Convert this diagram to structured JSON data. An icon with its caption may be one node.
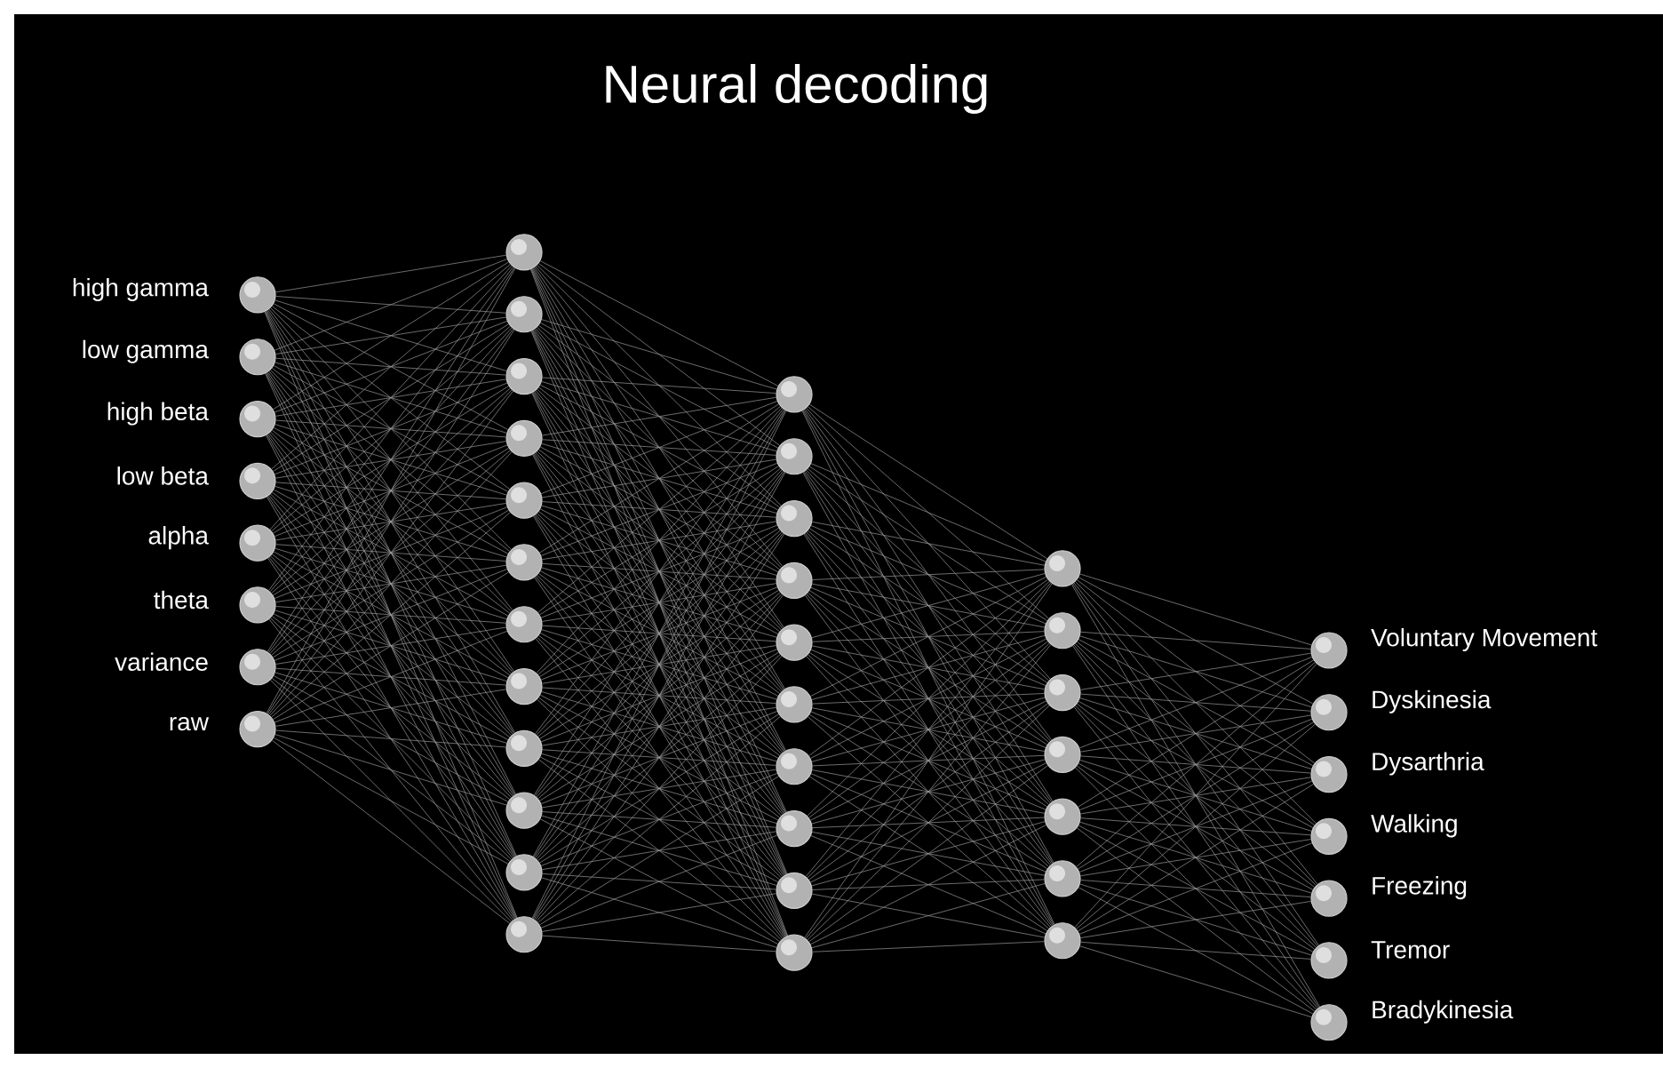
{
  "diagram": {
    "title": "Neural decoding",
    "nodes": [
      {
        "text": [],
        "shape": "circle",
        "beside": [
          "high gamma"
        ]
      },
      {
        "text": [],
        "shape": "circle",
        "beside": [
          "low gamma"
        ]
      },
      {
        "text": [],
        "shape": "circle",
        "beside": [
          "high beta"
        ]
      },
      {
        "text": [],
        "shape": "circle",
        "beside": [
          "low beta"
        ]
      },
      {
        "text": [],
        "shape": "circle",
        "beside": [
          "alpha"
        ]
      },
      {
        "text": [],
        "shape": "circle",
        "beside": [
          "theta"
        ]
      },
      {
        "text": [],
        "shape": "circle",
        "beside": [
          "variance"
        ]
      },
      {
        "text": [],
        "shape": "circle",
        "beside": [
          "raw"
        ]
      },
      {
        "text": [],
        "shape": "circle"
      },
      {
        "text": [],
        "shape": "circle"
      },
      {
        "text": [],
        "shape": "circle"
      },
      {
        "text": [],
        "shape": "circle"
      },
      {
        "text": [],
        "shape": "circle"
      },
      {
        "text": [],
        "shape": "circle"
      },
      {
        "text": [],
        "shape": "circle"
      },
      {
        "text": [],
        "shape": "circle"
      },
      {
        "text": [],
        "shape": "circle"
      },
      {
        "text": [],
        "shape": "circle"
      },
      {
        "text": [],
        "shape": "circle"
      },
      {
        "text": [],
        "shape": "circle"
      },
      {
        "text": [],
        "shape": "circle"
      },
      {
        "text": [],
        "shape": "circle"
      },
      {
        "text": [],
        "shape": "circle"
      },
      {
        "text": [],
        "shape": "circle"
      },
      {
        "text": [],
        "shape": "circle"
      },
      {
        "text": [],
        "shape": "circle"
      },
      {
        "text": [],
        "shape": "circle"
      },
      {
        "text": [],
        "shape": "circle"
      },
      {
        "text": [],
        "shape": "circle"
      },
      {
        "text": [],
        "shape": "circle"
      },
      {
        "text": [],
        "shape": "circle"
      },
      {
        "text": [],
        "shape": "circle"
      },
      {
        "text": [],
        "shape": "circle"
      },
      {
        "text": [],
        "shape": "circle"
      },
      {
        "text": [],
        "shape": "circle"
      },
      {
        "text": [],
        "shape": "circle"
      },
      {
        "text": [],
        "shape": "circle"
      },
      {
        "text": [],
        "shape": "circle",
        "beside": [
          "Voluntary Movement"
        ]
      },
      {
        "text": [],
        "shape": "circle",
        "beside": [
          "Dyskinesia"
        ]
      },
      {
        "text": [],
        "shape": "circle",
        "beside": [
          "Dysarthria"
        ]
      },
      {
        "text": [],
        "shape": "circle",
        "beside": [
          "Walking"
        ]
      },
      {
        "text": [],
        "shape": "circle",
        "beside": [
          "Freezing"
        ]
      },
      {
        "text": [],
        "shape": "circle",
        "beside": [
          "Tremor"
        ]
      },
      {
        "text": [],
        "shape": "circle",
        "beside": [
          "Bradykinesia"
        ]
      }
    ],
    "edges": [
      {
        "from": 0,
        "to": 8,
        "arrow": "none"
      },
      {
        "from": 0,
        "to": 9,
        "arrow": "none"
      },
      {
        "from": 0,
        "to": 10,
        "arrow": "none"
      },
      {
        "from": 0,
        "to": 11,
        "arrow": "none"
      },
      {
        "from": 0,
        "to": 12,
        "arrow": "none"
      },
      {
        "from": 0,
        "to": 13,
        "arrow": "none"
      },
      {
        "from": 0,
        "to": 14,
        "arrow": "none"
      },
      {
        "from": 0,
        "to": 15,
        "arrow": "none"
      },
      {
        "from": 0,
        "to": 16,
        "arrow": "none"
      },
      {
        "from": 0,
        "to": 17,
        "arrow": "none"
      },
      {
        "from": 0,
        "to": 18,
        "arrow": "none"
      },
      {
        "from": 0,
        "to": 19,
        "arrow": "none"
      },
      {
        "from": 1,
        "to": 8,
        "arrow": "none"
      },
      {
        "from": 1,
        "to": 9,
        "arrow": "none"
      },
      {
        "from": 1,
        "to": 10,
        "arrow": "none"
      },
      {
        "from": 1,
        "to": 11,
        "arrow": "none"
      },
      {
        "from": 1,
        "to": 12,
        "arrow": "none"
      },
      {
        "from": 1,
        "to": 13,
        "arrow": "none"
      },
      {
        "from": 1,
        "to": 14,
        "arrow": "none"
      },
      {
        "from": 1,
        "to": 15,
        "arrow": "none"
      },
      {
        "from": 1,
        "to": 16,
        "arrow": "none"
      },
      {
        "from": 1,
        "to": 17,
        "arrow": "none"
      },
      {
        "from": 1,
        "to": 18,
        "arrow": "none"
      },
      {
        "from": 1,
        "to": 19,
        "arrow": "none"
      },
      {
        "from": 2,
        "to": 8,
        "arrow": "none"
      },
      {
        "from": 2,
        "to": 9,
        "arrow": "none"
      },
      {
        "from": 2,
        "to": 10,
        "arrow": "none"
      },
      {
        "from": 2,
        "to": 11,
        "arrow": "none"
      },
      {
        "from": 2,
        "to": 12,
        "arrow": "none"
      },
      {
        "from": 2,
        "to": 13,
        "arrow": "none"
      },
      {
        "from": 2,
        "to": 14,
        "arrow": "none"
      },
      {
        "from": 2,
        "to": 15,
        "arrow": "none"
      },
      {
        "from": 2,
        "to": 16,
        "arrow": "none"
      },
      {
        "from": 2,
        "to": 17,
        "arrow": "none"
      },
      {
        "from": 2,
        "to": 18,
        "arrow": "none"
      },
      {
        "from": 2,
        "to": 19,
        "arrow": "none"
      },
      {
        "from": 3,
        "to": 8,
        "arrow": "none"
      },
      {
        "from": 3,
        "to": 9,
        "arrow": "none"
      },
      {
        "from": 3,
        "to": 10,
        "arrow": "none"
      },
      {
        "from": 3,
        "to": 11,
        "arrow": "none"
      },
      {
        "from": 3,
        "to": 12,
        "arrow": "none"
      },
      {
        "from": 3,
        "to": 13,
        "arrow": "none"
      },
      {
        "from": 3,
        "to": 14,
        "arrow": "none"
      },
      {
        "from": 3,
        "to": 15,
        "arrow": "none"
      },
      {
        "from": 3,
        "to": 16,
        "arrow": "none"
      },
      {
        "from": 3,
        "to": 17,
        "arrow": "none"
      },
      {
        "from": 3,
        "to": 18,
        "arrow": "none"
      },
      {
        "from": 3,
        "to": 19,
        "arrow": "none"
      },
      {
        "from": 4,
        "to": 8,
        "arrow": "none"
      },
      {
        "from": 4,
        "to": 9,
        "arrow": "none"
      },
      {
        "from": 4,
        "to": 10,
        "arrow": "none"
      },
      {
        "from": 4,
        "to": 11,
        "arrow": "none"
      },
      {
        "from": 4,
        "to": 12,
        "arrow": "none"
      },
      {
        "from": 4,
        "to": 13,
        "arrow": "none"
      },
      {
        "from": 4,
        "to": 14,
        "arrow": "none"
      },
      {
        "from": 4,
        "to": 15,
        "arrow": "none"
      },
      {
        "from": 4,
        "to": 16,
        "arrow": "none"
      },
      {
        "from": 4,
        "to": 17,
        "arrow": "none"
      },
      {
        "from": 4,
        "to": 18,
        "arrow": "none"
      },
      {
        "from": 4,
        "to": 19,
        "arrow": "none"
      },
      {
        "from": 5,
        "to": 8,
        "arrow": "none"
      },
      {
        "from": 5,
        "to": 9,
        "arrow": "none"
      },
      {
        "from": 5,
        "to": 10,
        "arrow": "none"
      },
      {
        "from": 5,
        "to": 11,
        "arrow": "none"
      },
      {
        "from": 5,
        "to": 12,
        "arrow": "none"
      },
      {
        "from": 5,
        "to": 13,
        "arrow": "none"
      },
      {
        "from": 5,
        "to": 14,
        "arrow": "none"
      },
      {
        "from": 5,
        "to": 15,
        "arrow": "none"
      },
      {
        "from": 5,
        "to": 16,
        "arrow": "none"
      },
      {
        "from": 5,
        "to": 17,
        "arrow": "none"
      },
      {
        "from": 5,
        "to": 18,
        "arrow": "none"
      },
      {
        "from": 5,
        "to": 19,
        "arrow": "none"
      },
      {
        "from": 6,
        "to": 8,
        "arrow": "none"
      },
      {
        "from": 6,
        "to": 9,
        "arrow": "none"
      },
      {
        "from": 6,
        "to": 10,
        "arrow": "none"
      },
      {
        "from": 6,
        "to": 11,
        "arrow": "none"
      },
      {
        "from": 6,
        "to": 12,
        "arrow": "none"
      },
      {
        "from": 6,
        "to": 13,
        "arrow": "none"
      },
      {
        "from": 6,
        "to": 14,
        "arrow": "none"
      },
      {
        "from": 6,
        "to": 15,
        "arrow": "none"
      },
      {
        "from": 6,
        "to": 16,
        "arrow": "none"
      },
      {
        "from": 6,
        "to": 17,
        "arrow": "none"
      },
      {
        "from": 6,
        "to": 18,
        "arrow": "none"
      },
      {
        "from": 6,
        "to": 19,
        "arrow": "none"
      },
      {
        "from": 7,
        "to": 8,
        "arrow": "none"
      },
      {
        "from": 7,
        "to": 9,
        "arrow": "none"
      },
      {
        "from": 7,
        "to": 10,
        "arrow": "none"
      },
      {
        "from": 7,
        "to": 11,
        "arrow": "none"
      },
      {
        "from": 7,
        "to": 12,
        "arrow": "none"
      },
      {
        "from": 7,
        "to": 13,
        "arrow": "none"
      },
      {
        "from": 7,
        "to": 14,
        "arrow": "none"
      },
      {
        "from": 7,
        "to": 15,
        "arrow": "none"
      },
      {
        "from": 7,
        "to": 16,
        "arrow": "none"
      },
      {
        "from": 7,
        "to": 17,
        "arrow": "none"
      },
      {
        "from": 7,
        "to": 18,
        "arrow": "none"
      },
      {
        "from": 7,
        "to": 19,
        "arrow": "none"
      },
      {
        "from": 8,
        "to": 20,
        "arrow": "none"
      },
      {
        "from": 8,
        "to": 21,
        "arrow": "none"
      },
      {
        "from": 8,
        "to": 22,
        "arrow": "none"
      },
      {
        "from": 8,
        "to": 23,
        "arrow": "none"
      },
      {
        "from": 8,
        "to": 24,
        "arrow": "none"
      },
      {
        "from": 8,
        "to": 25,
        "arrow": "none"
      },
      {
        "from": 8,
        "to": 26,
        "arrow": "none"
      },
      {
        "from": 8,
        "to": 27,
        "arrow": "none"
      },
      {
        "from": 8,
        "to": 28,
        "arrow": "none"
      },
      {
        "from": 8,
        "to": 29,
        "arrow": "none"
      },
      {
        "from": 9,
        "to": 20,
        "arrow": "none"
      },
      {
        "from": 9,
        "to": 21,
        "arrow": "none"
      },
      {
        "from": 9,
        "to": 22,
        "arrow": "none"
      },
      {
        "from": 9,
        "to": 23,
        "arrow": "none"
      },
      {
        "from": 9,
        "to": 24,
        "arrow": "none"
      },
      {
        "from": 9,
        "to": 25,
        "arrow": "none"
      },
      {
        "from": 9,
        "to": 26,
        "arrow": "none"
      },
      {
        "from": 9,
        "to": 27,
        "arrow": "none"
      },
      {
        "from": 9,
        "to": 28,
        "arrow": "none"
      },
      {
        "from": 9,
        "to": 29,
        "arrow": "none"
      },
      {
        "from": 10,
        "to": 20,
        "arrow": "none"
      },
      {
        "from": 10,
        "to": 21,
        "arrow": "none"
      },
      {
        "from": 10,
        "to": 22,
        "arrow": "none"
      },
      {
        "from": 10,
        "to": 23,
        "arrow": "none"
      },
      {
        "from": 10,
        "to": 24,
        "arrow": "none"
      },
      {
        "from": 10,
        "to": 25,
        "arrow": "none"
      },
      {
        "from": 10,
        "to": 26,
        "arrow": "none"
      },
      {
        "from": 10,
        "to": 27,
        "arrow": "none"
      },
      {
        "from": 10,
        "to": 28,
        "arrow": "none"
      },
      {
        "from": 10,
        "to": 29,
        "arrow": "none"
      },
      {
        "from": 11,
        "to": 20,
        "arrow": "none"
      },
      {
        "from": 11,
        "to": 21,
        "arrow": "none"
      },
      {
        "from": 11,
        "to": 22,
        "arrow": "none"
      },
      {
        "from": 11,
        "to": 23,
        "arrow": "none"
      },
      {
        "from": 11,
        "to": 24,
        "arrow": "none"
      },
      {
        "from": 11,
        "to": 25,
        "arrow": "none"
      },
      {
        "from": 11,
        "to": 26,
        "arrow": "none"
      },
      {
        "from": 11,
        "to": 27,
        "arrow": "none"
      },
      {
        "from": 11,
        "to": 28,
        "arrow": "none"
      },
      {
        "from": 11,
        "to": 29,
        "arrow": "none"
      },
      {
        "from": 12,
        "to": 20,
        "arrow": "none"
      },
      {
        "from": 12,
        "to": 21,
        "arrow": "none"
      },
      {
        "from": 12,
        "to": 22,
        "arrow": "none"
      },
      {
        "from": 12,
        "to": 23,
        "arrow": "none"
      },
      {
        "from": 12,
        "to": 24,
        "arrow": "none"
      },
      {
        "from": 12,
        "to": 25,
        "arrow": "none"
      },
      {
        "from": 12,
        "to": 26,
        "arrow": "none"
      },
      {
        "from": 12,
        "to": 27,
        "arrow": "none"
      },
      {
        "from": 12,
        "to": 28,
        "arrow": "none"
      },
      {
        "from": 12,
        "to": 29,
        "arrow": "none"
      },
      {
        "from": 13,
        "to": 20,
        "arrow": "none"
      },
      {
        "from": 13,
        "to": 21,
        "arrow": "none"
      },
      {
        "from": 13,
        "to": 22,
        "arrow": "none"
      },
      {
        "from": 13,
        "to": 23,
        "arrow": "none"
      },
      {
        "from": 13,
        "to": 24,
        "arrow": "none"
      },
      {
        "from": 13,
        "to": 25,
        "arrow": "none"
      },
      {
        "from": 13,
        "to": 26,
        "arrow": "none"
      },
      {
        "from": 13,
        "to": 27,
        "arrow": "none"
      },
      {
        "from": 13,
        "to": 28,
        "arrow": "none"
      },
      {
        "from": 13,
        "to": 29,
        "arrow": "none"
      },
      {
        "from": 14,
        "to": 20,
        "arrow": "none"
      },
      {
        "from": 14,
        "to": 21,
        "arrow": "none"
      },
      {
        "from": 14,
        "to": 22,
        "arrow": "none"
      },
      {
        "from": 14,
        "to": 23,
        "arrow": "none"
      },
      {
        "from": 14,
        "to": 24,
        "arrow": "none"
      },
      {
        "from": 14,
        "to": 25,
        "arrow": "none"
      },
      {
        "from": 14,
        "to": 26,
        "arrow": "none"
      },
      {
        "from": 14,
        "to": 27,
        "arrow": "none"
      },
      {
        "from": 14,
        "to": 28,
        "arrow": "none"
      },
      {
        "from": 14,
        "to": 29,
        "arrow": "none"
      },
      {
        "from": 15,
        "to": 20,
        "arrow": "none"
      },
      {
        "from": 15,
        "to": 21,
        "arrow": "none"
      },
      {
        "from": 15,
        "to": 22,
        "arrow": "none"
      },
      {
        "from": 15,
        "to": 23,
        "arrow": "none"
      },
      {
        "from": 15,
        "to": 24,
        "arrow": "none"
      },
      {
        "from": 15,
        "to": 25,
        "arrow": "none"
      },
      {
        "from": 15,
        "to": 26,
        "arrow": "none"
      },
      {
        "from": 15,
        "to": 27,
        "arrow": "none"
      },
      {
        "from": 15,
        "to": 28,
        "arrow": "none"
      },
      {
        "from": 15,
        "to": 29,
        "arrow": "none"
      },
      {
        "from": 16,
        "to": 20,
        "arrow": "none"
      },
      {
        "from": 16,
        "to": 21,
        "arrow": "none"
      },
      {
        "from": 16,
        "to": 22,
        "arrow": "none"
      },
      {
        "from": 16,
        "to": 23,
        "arrow": "none"
      },
      {
        "from": 16,
        "to": 24,
        "arrow": "none"
      },
      {
        "from": 16,
        "to": 25,
        "arrow": "none"
      },
      {
        "from": 16,
        "to": 26,
        "arrow": "none"
      },
      {
        "from": 16,
        "to": 27,
        "arrow": "none"
      },
      {
        "from": 16,
        "to": 28,
        "arrow": "none"
      },
      {
        "from": 16,
        "to": 29,
        "arrow": "none"
      },
      {
        "from": 17,
        "to": 20,
        "arrow": "none"
      },
      {
        "from": 17,
        "to": 21,
        "arrow": "none"
      },
      {
        "from": 17,
        "to": 22,
        "arrow": "none"
      },
      {
        "from": 17,
        "to": 23,
        "arrow": "none"
      },
      {
        "from": 17,
        "to": 24,
        "arrow": "none"
      },
      {
        "from": 17,
        "to": 25,
        "arrow": "none"
      },
      {
        "from": 17,
        "to": 26,
        "arrow": "none"
      },
      {
        "from": 17,
        "to": 27,
        "arrow": "none"
      },
      {
        "from": 17,
        "to": 28,
        "arrow": "none"
      },
      {
        "from": 17,
        "to": 29,
        "arrow": "none"
      },
      {
        "from": 18,
        "to": 20,
        "arrow": "none"
      },
      {
        "from": 18,
        "to": 21,
        "arrow": "none"
      },
      {
        "from": 18,
        "to": 22,
        "arrow": "none"
      },
      {
        "from": 18,
        "to": 23,
        "arrow": "none"
      },
      {
        "from": 18,
        "to": 24,
        "arrow": "none"
      },
      {
        "from": 18,
        "to": 25,
        "arrow": "none"
      },
      {
        "from": 18,
        "to": 26,
        "arrow": "none"
      },
      {
        "from": 18,
        "to": 27,
        "arrow": "none"
      },
      {
        "from": 18,
        "to": 28,
        "arrow": "none"
      },
      {
        "from": 18,
        "to": 29,
        "arrow": "none"
      },
      {
        "from": 19,
        "to": 20,
        "arrow": "none"
      },
      {
        "from": 19,
        "to": 21,
        "arrow": "none"
      },
      {
        "from": 19,
        "to": 22,
        "arrow": "none"
      },
      {
        "from": 19,
        "to": 23,
        "arrow": "none"
      },
      {
        "from": 19,
        "to": 24,
        "arrow": "none"
      },
      {
        "from": 19,
        "to": 25,
        "arrow": "none"
      },
      {
        "from": 19,
        "to": 26,
        "arrow": "none"
      },
      {
        "from": 19,
        "to": 27,
        "arrow": "none"
      },
      {
        "from": 19,
        "to": 28,
        "arrow": "none"
      },
      {
        "from": 19,
        "to": 29,
        "arrow": "none"
      },
      {
        "from": 20,
        "to": 30,
        "arrow": "none"
      },
      {
        "from": 20,
        "to": 31,
        "arrow": "none"
      },
      {
        "from": 20,
        "to": 32,
        "arrow": "none"
      },
      {
        "from": 20,
        "to": 33,
        "arrow": "none"
      },
      {
        "from": 20,
        "to": 34,
        "arrow": "none"
      },
      {
        "from": 20,
        "to": 35,
        "arrow": "none"
      },
      {
        "from": 20,
        "to": 36,
        "arrow": "none"
      },
      {
        "from": 21,
        "to": 30,
        "arrow": "none"
      },
      {
        "from": 21,
        "to": 31,
        "arrow": "none"
      },
      {
        "from": 21,
        "to": 32,
        "arrow": "none"
      },
      {
        "from": 21,
        "to": 33,
        "arrow": "none"
      },
      {
        "from": 21,
        "to": 34,
        "arrow": "none"
      },
      {
        "from": 21,
        "to": 35,
        "arrow": "none"
      },
      {
        "from": 21,
        "to": 36,
        "arrow": "none"
      },
      {
        "from": 22,
        "to": 30,
        "arrow": "none"
      },
      {
        "from": 22,
        "to": 31,
        "arrow": "none"
      },
      {
        "from": 22,
        "to": 32,
        "arrow": "none"
      },
      {
        "from": 22,
        "to": 33,
        "arrow": "none"
      },
      {
        "from": 22,
        "to": 34,
        "arrow": "none"
      },
      {
        "from": 22,
        "to": 35,
        "arrow": "none"
      },
      {
        "from": 22,
        "to": 36,
        "arrow": "none"
      },
      {
        "from": 23,
        "to": 30,
        "arrow": "none"
      },
      {
        "from": 23,
        "to": 31,
        "arrow": "none"
      },
      {
        "from": 23,
        "to": 32,
        "arrow": "none"
      },
      {
        "from": 23,
        "to": 33,
        "arrow": "none"
      },
      {
        "from": 23,
        "to": 34,
        "arrow": "none"
      },
      {
        "from": 23,
        "to": 35,
        "arrow": "none"
      },
      {
        "from": 23,
        "to": 36,
        "arrow": "none"
      },
      {
        "from": 24,
        "to": 30,
        "arrow": "none"
      },
      {
        "from": 24,
        "to": 31,
        "arrow": "none"
      },
      {
        "from": 24,
        "to": 32,
        "arrow": "none"
      },
      {
        "from": 24,
        "to": 33,
        "arrow": "none"
      },
      {
        "from": 24,
        "to": 34,
        "arrow": "none"
      },
      {
        "from": 24,
        "to": 35,
        "arrow": "none"
      },
      {
        "from": 24,
        "to": 36,
        "arrow": "none"
      },
      {
        "from": 25,
        "to": 30,
        "arrow": "none"
      },
      {
        "from": 25,
        "to": 31,
        "arrow": "none"
      },
      {
        "from": 25,
        "to": 32,
        "arrow": "none"
      },
      {
        "from": 25,
        "to": 33,
        "arrow": "none"
      },
      {
        "from": 25,
        "to": 34,
        "arrow": "none"
      },
      {
        "from": 25,
        "to": 35,
        "arrow": "none"
      },
      {
        "from": 25,
        "to": 36,
        "arrow": "none"
      },
      {
        "from": 26,
        "to": 30,
        "arrow": "none"
      },
      {
        "from": 26,
        "to": 31,
        "arrow": "none"
      },
      {
        "from": 26,
        "to": 32,
        "arrow": "none"
      },
      {
        "from": 26,
        "to": 33,
        "arrow": "none"
      },
      {
        "from": 26,
        "to": 34,
        "arrow": "none"
      },
      {
        "from": 26,
        "to": 35,
        "arrow": "none"
      },
      {
        "from": 26,
        "to": 36,
        "arrow": "none"
      },
      {
        "from": 27,
        "to": 30,
        "arrow": "none"
      },
      {
        "from": 27,
        "to": 31,
        "arrow": "none"
      },
      {
        "from": 27,
        "to": 32,
        "arrow": "none"
      },
      {
        "from": 27,
        "to": 33,
        "arrow": "none"
      },
      {
        "from": 27,
        "to": 34,
        "arrow": "none"
      },
      {
        "from": 27,
        "to": 35,
        "arrow": "none"
      },
      {
        "from": 27,
        "to": 36,
        "arrow": "none"
      },
      {
        "from": 28,
        "to": 30,
        "arrow": "none"
      },
      {
        "from": 28,
        "to": 31,
        "arrow": "none"
      },
      {
        "from": 28,
        "to": 32,
        "arrow": "none"
      },
      {
        "from": 28,
        "to": 33,
        "arrow": "none"
      },
      {
        "from": 28,
        "to": 34,
        "arrow": "none"
      },
      {
        "from": 28,
        "to": 35,
        "arrow": "none"
      },
      {
        "from": 28,
        "to": 36,
        "arrow": "none"
      },
      {
        "from": 29,
        "to": 30,
        "arrow": "none"
      },
      {
        "from": 29,
        "to": 31,
        "arrow": "none"
      },
      {
        "from": 29,
        "to": 32,
        "arrow": "none"
      },
      {
        "from": 29,
        "to": 33,
        "arrow": "none"
      },
      {
        "from": 29,
        "to": 34,
        "arrow": "none"
      },
      {
        "from": 29,
        "to": 35,
        "arrow": "none"
      },
      {
        "from": 29,
        "to": 36,
        "arrow": "none"
      },
      {
        "from": 30,
        "to": 37,
        "arrow": "none"
      },
      {
        "from": 30,
        "to": 38,
        "arrow": "none"
      },
      {
        "from": 30,
        "to": 39,
        "arrow": "none"
      },
      {
        "from": 30,
        "to": 40,
        "arrow": "none"
      },
      {
        "from": 30,
        "to": 41,
        "arrow": "none"
      },
      {
        "from": 30,
        "to": 42,
        "arrow": "none"
      },
      {
        "from": 30,
        "to": 43,
        "arrow": "none"
      },
      {
        "from": 31,
        "to": 37,
        "arrow": "none"
      },
      {
        "from": 31,
        "to": 38,
        "arrow": "none"
      },
      {
        "from": 31,
        "to": 39,
        "arrow": "none"
      },
      {
        "from": 31,
        "to": 40,
        "arrow": "none"
      },
      {
        "from": 31,
        "to": 41,
        "arrow": "none"
      },
      {
        "from": 31,
        "to": 42,
        "arrow": "none"
      },
      {
        "from": 31,
        "to": 43,
        "arrow": "none"
      },
      {
        "from": 32,
        "to": 37,
        "arrow": "none"
      },
      {
        "from": 32,
        "to": 38,
        "arrow": "none"
      },
      {
        "from": 32,
        "to": 39,
        "arrow": "none"
      },
      {
        "from": 32,
        "to": 40,
        "arrow": "none"
      },
      {
        "from": 32,
        "to": 41,
        "arrow": "none"
      },
      {
        "from": 32,
        "to": 42,
        "arrow": "none"
      },
      {
        "from": 32,
        "to": 43,
        "arrow": "none"
      },
      {
        "from": 33,
        "to": 37,
        "arrow": "none"
      },
      {
        "from": 33,
        "to": 38,
        "arrow": "none"
      },
      {
        "from": 33,
        "to": 39,
        "arrow": "none"
      },
      {
        "from": 33,
        "to": 40,
        "arrow": "none"
      },
      {
        "from": 33,
        "to": 41,
        "arrow": "none"
      },
      {
        "from": 33,
        "to": 42,
        "arrow": "none"
      },
      {
        "from": 33,
        "to": 43,
        "arrow": "none"
      },
      {
        "from": 34,
        "to": 37,
        "arrow": "none"
      },
      {
        "from": 34,
        "to": 38,
        "arrow": "none"
      },
      {
        "from": 34,
        "to": 39,
        "arrow": "none"
      },
      {
        "from": 34,
        "to": 40,
        "arrow": "none"
      },
      {
        "from": 34,
        "to": 41,
        "arrow": "none"
      },
      {
        "from": 34,
        "to": 42,
        "arrow": "none"
      },
      {
        "from": 34,
        "to": 43,
        "arrow": "none"
      },
      {
        "from": 35,
        "to": 37,
        "arrow": "none"
      },
      {
        "from": 35,
        "to": 38,
        "arrow": "none"
      },
      {
        "from": 35,
        "to": 39,
        "arrow": "none"
      },
      {
        "from": 35,
        "to": 40,
        "arrow": "none"
      },
      {
        "from": 35,
        "to": 41,
        "arrow": "none"
      },
      {
        "from": 35,
        "to": 42,
        "arrow": "none"
      },
      {
        "from": 35,
        "to": 43,
        "arrow": "none"
      },
      {
        "from": 36,
        "to": 37,
        "arrow": "none"
      },
      {
        "from": 36,
        "to": 38,
        "arrow": "none"
      },
      {
        "from": 36,
        "to": 39,
        "arrow": "none"
      },
      {
        "from": 36,
        "to": 40,
        "arrow": "none"
      },
      {
        "from": 36,
        "to": 41,
        "arrow": "none"
      },
      {
        "from": 36,
        "to": 42,
        "arrow": "none"
      },
      {
        "from": 36,
        "to": 43,
        "arrow": "none"
      }
    ]
  }
}
